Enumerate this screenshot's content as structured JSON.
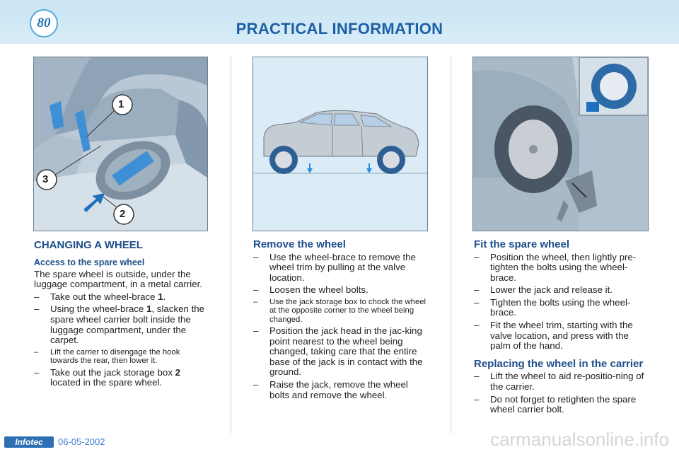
{
  "header": {
    "page_number": "80",
    "title": "PRACTICAL INFORMATION"
  },
  "illustrations": {
    "left_callouts": [
      "1",
      "3",
      "2"
    ]
  },
  "sections": {
    "changing": {
      "title": "CHANGING A WHEEL",
      "subtitle": "Access to the spare wheel",
      "intro": "The spare wheel is outside, under the luggage compartment, in a metal carrier.",
      "items": [
        {
          "pre": "Take out the wheel-brace ",
          "key": "1",
          "post": "."
        },
        {
          "pre": "Using the wheel-brace ",
          "key": "1",
          "post": ", slacken the spare wheel carrier bolt inside the luggage compartment, under the carpet."
        },
        {
          "pre": "Lift the carrier to disengage the hook towards the rear, then lower it.",
          "key": "",
          "post": ""
        },
        {
          "pre": "Take out the jack storage box ",
          "key": "2",
          "post": " located in the spare wheel."
        }
      ]
    },
    "remove": {
      "title": "Remove the wheel",
      "items": [
        "Use the wheel-brace to remove the wheel trim by pulling at the valve location.",
        "Loosen the wheel bolts.",
        "Use the jack storage box to chock the wheel at the opposite corner to the wheel being changed.",
        "Position the jack head in the jac-king point nearest to the wheel being changed, taking care that the entire base of the jack is in contact with the ground.",
        "Raise the jack, remove the wheel bolts and remove the wheel."
      ]
    },
    "fit": {
      "title": "Fit the spare wheel",
      "items": [
        "Position the wheel, then lightly pre-tighten the bolts using the wheel-brace.",
        "Lower the jack and release it.",
        "Tighten the bolts using the wheel-brace.",
        "Fit the wheel trim, starting with the valve location, and press with the palm of the hand."
      ]
    },
    "replace": {
      "title": "Replacing the wheel in the carrier",
      "items": [
        "Lift the wheel to aid re-positio-ning of the carrier.",
        "Do not forget to retighten the spare wheel carrier bolt."
      ]
    }
  },
  "footer": {
    "logo": "Infotec",
    "date": "06-05-2002",
    "watermark": "carmanualsonline.info"
  }
}
